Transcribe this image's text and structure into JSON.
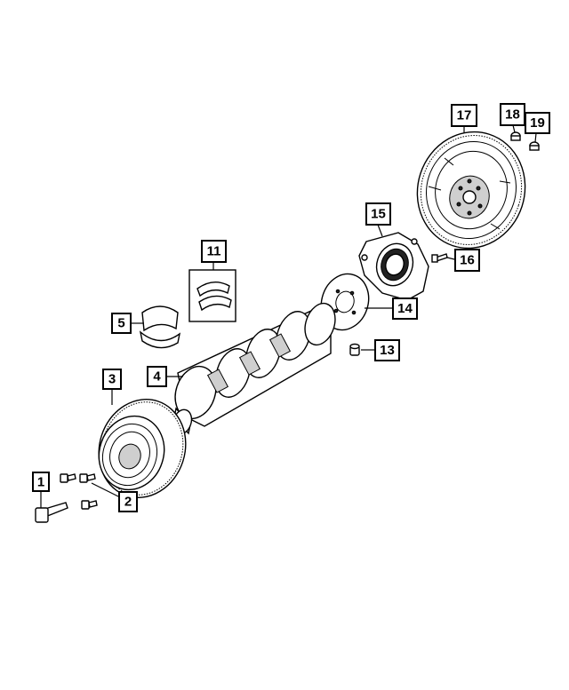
{
  "callouts": [
    {
      "id": "1",
      "part": "bolt-large"
    },
    {
      "id": "2",
      "part": "bolts-small"
    },
    {
      "id": "3",
      "part": "crankshaft-damper"
    },
    {
      "id": "4",
      "part": "crankshaft"
    },
    {
      "id": "5",
      "part": "main-bearing"
    },
    {
      "id": "11",
      "part": "thrust-washers"
    },
    {
      "id": "13",
      "part": "pilot-bushing"
    },
    {
      "id": "14",
      "part": "tone-wheel"
    },
    {
      "id": "15",
      "part": "rear-seal-retainer"
    },
    {
      "id": "16",
      "part": "retainer-bolt"
    },
    {
      "id": "17",
      "part": "flywheel"
    },
    {
      "id": "18",
      "part": "flywheel-bolt"
    },
    {
      "id": "19",
      "part": "flywheel-bolt-alt"
    }
  ]
}
